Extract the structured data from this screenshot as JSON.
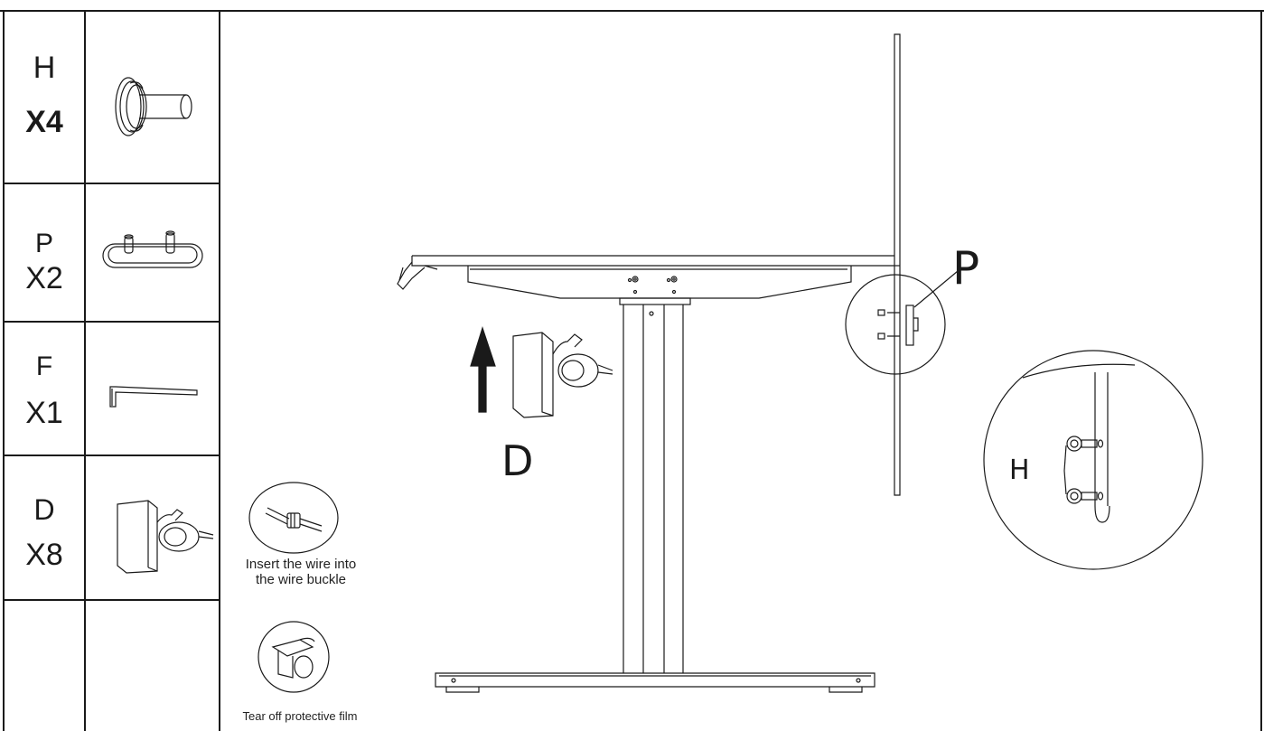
{
  "parts": [
    {
      "letter": "H",
      "qty": "X4",
      "icon": "bolt-icon"
    },
    {
      "letter": "P",
      "qty": "X2",
      "icon": "bracket-plate-icon"
    },
    {
      "letter": "F",
      "qty": "X1",
      "icon": "hex-key-icon"
    },
    {
      "letter": "D",
      "qty": "X8",
      "icon": "wire-clip-icon"
    }
  ],
  "callouts": {
    "wire_buckle": "Insert the wire into\nthe wire buckle",
    "protective_film": "Tear off protective film"
  },
  "labels": {
    "clip": "D",
    "plate": "P",
    "bolts": "H"
  },
  "colors": {
    "line": "#1a1a1a",
    "background": "#ffffff"
  }
}
